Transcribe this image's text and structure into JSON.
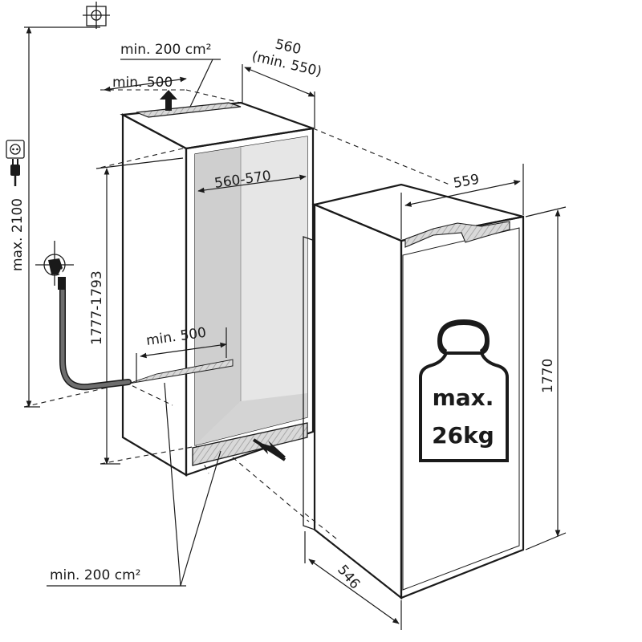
{
  "labels": {
    "top_vent_area": "min. 200 cm²",
    "width_outer": "560",
    "width_outer_min": "(min. 550)",
    "top_clearance": "min. 500",
    "max_height": "max. 2100",
    "inner_width": "560-570",
    "niche_height": "1777-1793",
    "bottom_clearance": "min. 500",
    "bottom_vent_area": "min. 200 cm²",
    "appliance_width": "559",
    "appliance_height": "1770",
    "appliance_depth": "546",
    "weight_line1": "max.",
    "weight_line2": "26kg"
  },
  "icons": {
    "ceiling_anchor": "crosshair-anchor-icon",
    "socket": "power-socket-icon",
    "plug": "power-plug-icon",
    "water_tap": "water-tap-icon",
    "weight": "weight-icon"
  },
  "colors": {
    "line": "#1a1a1a",
    "niche_fill": "#e6e6e6",
    "niche_back": "#d2d2d2",
    "hatch": "#c9c9c9",
    "hose": "#6e6e6e"
  }
}
